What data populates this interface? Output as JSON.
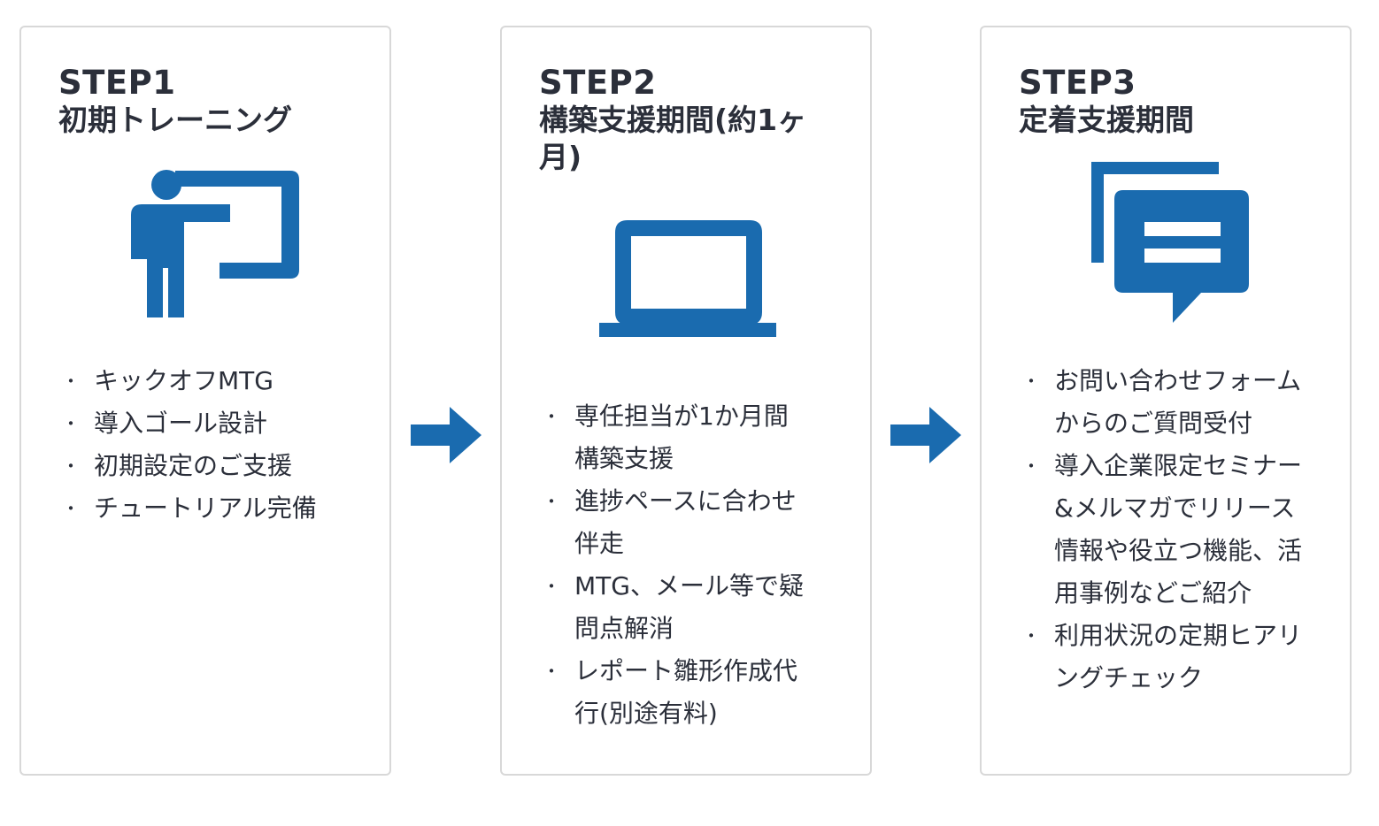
{
  "accent_color": "#1a6baf",
  "steps": [
    {
      "label": "STEP1",
      "title": "初期トレーニング",
      "icon": "presenter-board-icon",
      "items": [
        "キックオフMTG",
        "導入ゴール設計",
        "初期設定のご支援",
        "チュートリアル完備"
      ]
    },
    {
      "label": "STEP2",
      "title": "構築支援期間(約1ヶ月)",
      "icon": "laptop-icon",
      "items": [
        "専任担当が1か月間構築支援",
        "進捗ペースに合わせ伴走",
        "MTG、メール等で疑問点解消",
        "レポート雛形作成代行(別途有料)"
      ]
    },
    {
      "label": "STEP3",
      "title": "定着支援期間",
      "icon": "chat-messages-icon",
      "items": [
        "お問い合わせフォームからのご質問受付",
        "導入企業限定セミナー&メルマガでリリース情報や役立つ機能、活用事例などご紹介",
        "利用状況の定期ヒアリングチェック"
      ]
    }
  ],
  "bullet_glyph": "・",
  "arrows": [
    "right-arrow-icon",
    "right-arrow-icon"
  ]
}
